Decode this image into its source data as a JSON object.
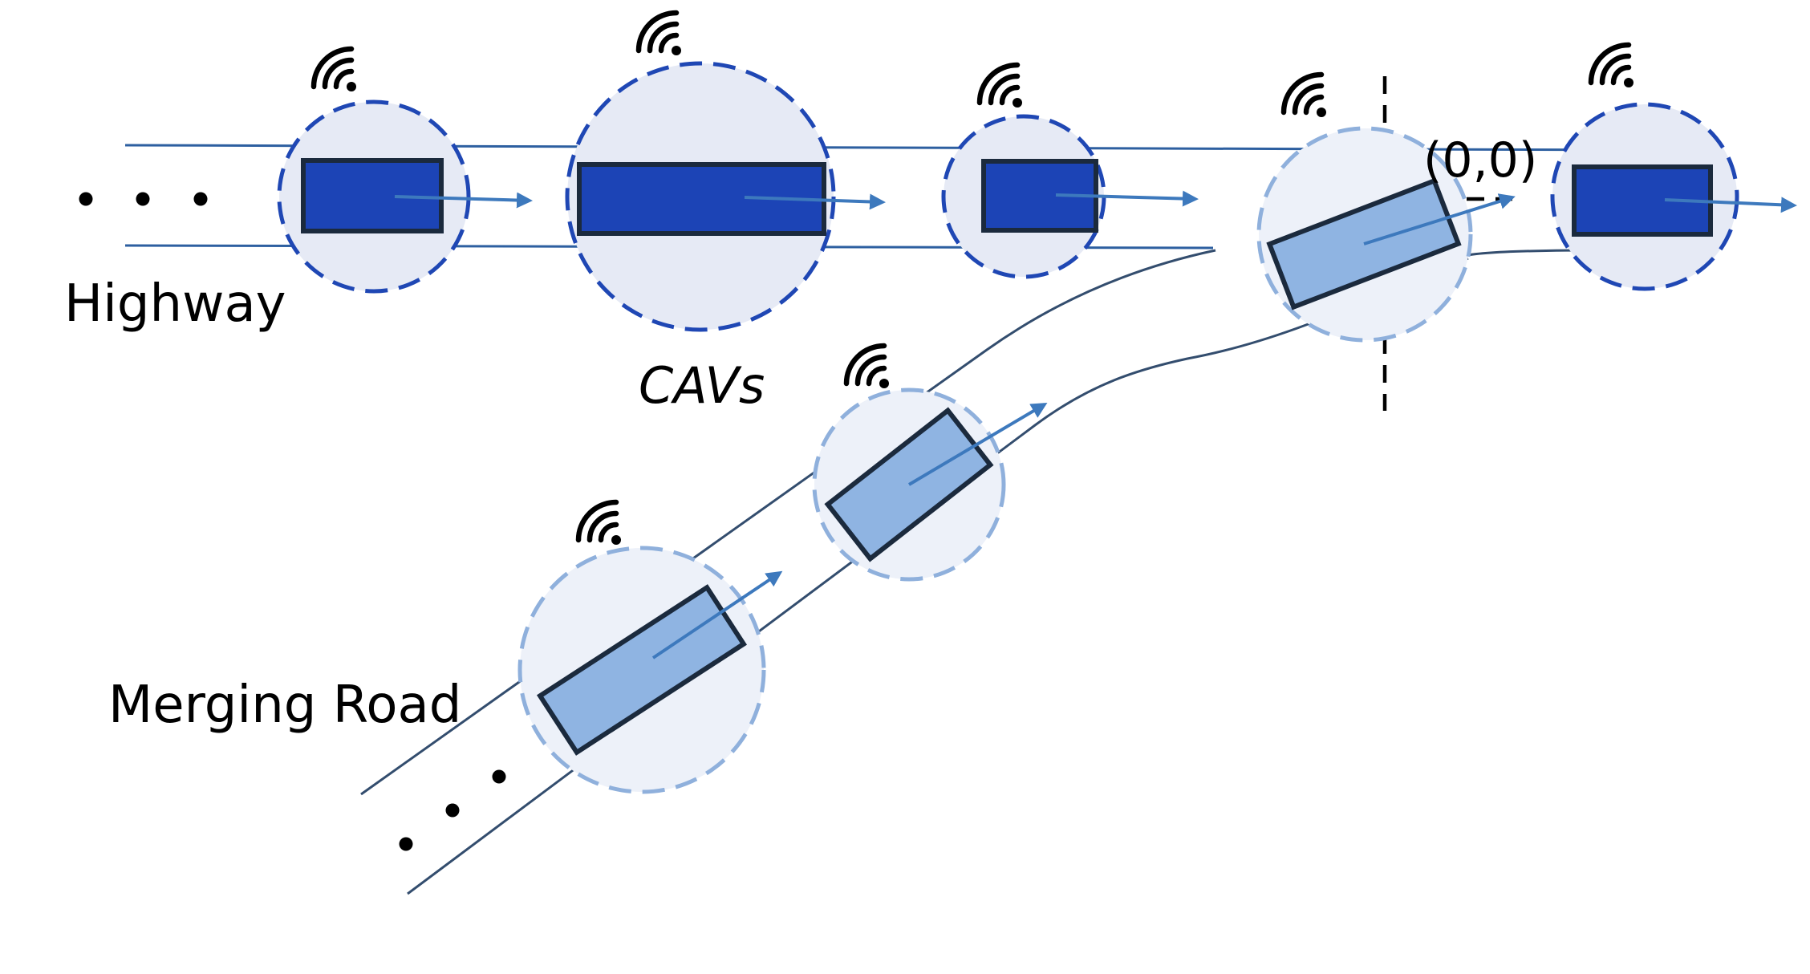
{
  "labels": {
    "highway": "Highway",
    "cavs": "CAVs",
    "merging_road": "Merging Road",
    "origin": "(0,0)"
  },
  "colors": {
    "highway_vehicle_fill": "#1c44b6",
    "merging_vehicle_fill": "#8fb4e2",
    "vehicle_outline": "#1b2a3d",
    "road_line": "#2d5fa0",
    "road_line_dark": "#334d6e",
    "highway_range_fill": "#e6eaf5",
    "highway_range_stroke": "#1f47b4",
    "merging_range_fill": "#edf1f9",
    "merging_range_stroke": "#8fb0dc",
    "velocity_arrow": "#3d79bd"
  },
  "icons": {
    "wireless": "wifi-signal-icon",
    "ellipsis": "ellipsis-dots-icon"
  }
}
